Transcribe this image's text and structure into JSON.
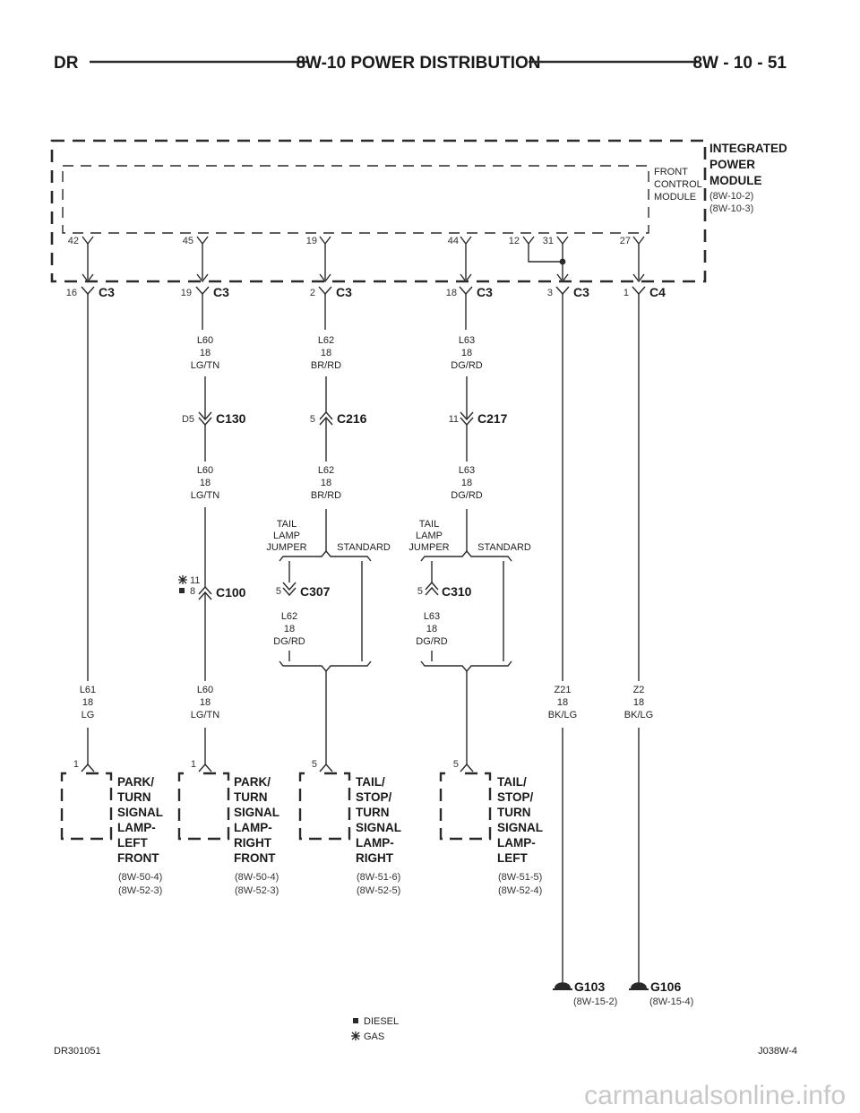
{
  "header": {
    "left": "DR",
    "center": "8W-10 POWER DISTRIBUTION",
    "right": "8W - 10 - 51"
  },
  "module": {
    "outer_lines": [
      "INTEGRATED",
      "POWER",
      "MODULE"
    ],
    "outer_refs": [
      "(8W-10-2)",
      "(8W-10-3)"
    ],
    "inner_lines": [
      "FRONT",
      "CONTROL",
      "MODULE"
    ],
    "pins": [
      "42",
      "45",
      "19",
      "44",
      "12",
      "31",
      "27"
    ]
  },
  "connectors": [
    {
      "pin": "16",
      "name": "C3"
    },
    {
      "pin": "19",
      "name": "C3"
    },
    {
      "pin": "2",
      "name": "C3"
    },
    {
      "pin": "18",
      "name": "C3"
    },
    {
      "pin": "3",
      "name": "C3"
    },
    {
      "pin": "1",
      "name": "C4"
    },
    {
      "pin": "D5",
      "name": "C130"
    },
    {
      "pin": "5",
      "name": "C216"
    },
    {
      "pin": "11",
      "name": "C217"
    },
    {
      "pin": "8",
      "pin_alt": "11",
      "name": "C100"
    },
    {
      "pin": "5",
      "name": "C307"
    },
    {
      "pin": "5",
      "name": "C310"
    }
  ],
  "wires": [
    {
      "lines": [
        "L60",
        "18",
        "LG/TN"
      ]
    },
    {
      "lines": [
        "L62",
        "18",
        "BR/RD"
      ]
    },
    {
      "lines": [
        "L63",
        "18",
        "DG/RD"
      ]
    },
    {
      "lines": [
        "L60",
        "18",
        "LG/TN"
      ]
    },
    {
      "lines": [
        "L62",
        "18",
        "BR/RD"
      ]
    },
    {
      "lines": [
        "L63",
        "18",
        "DG/RD"
      ]
    },
    {
      "lines": [
        "L62",
        "18",
        "DG/RD"
      ]
    },
    {
      "lines": [
        "L63",
        "18",
        "DG/RD"
      ]
    },
    {
      "lines": [
        "L61",
        "18",
        "LG"
      ]
    },
    {
      "lines": [
        "L60",
        "18",
        "LG/TN"
      ]
    },
    {
      "lines": [
        "Z21",
        "18",
        "BK/LG"
      ]
    },
    {
      "lines": [
        "Z2",
        "18",
        "BK/LG"
      ]
    }
  ],
  "options": {
    "jumper_lines": [
      "TAIL",
      "LAMP",
      "JUMPER"
    ],
    "standard": "STANDARD"
  },
  "components": [
    {
      "pin": "1",
      "lines": [
        "PARK/",
        "TURN",
        "SIGNAL",
        "LAMP-",
        "LEFT",
        "FRONT"
      ],
      "refs": [
        "(8W-50-4)",
        "(8W-52-3)"
      ]
    },
    {
      "pin": "1",
      "lines": [
        "PARK/",
        "TURN",
        "SIGNAL",
        "LAMP-",
        "RIGHT",
        "FRONT"
      ],
      "refs": [
        "(8W-50-4)",
        "(8W-52-3)"
      ]
    },
    {
      "pin": "5",
      "lines": [
        "TAIL/",
        "STOP/",
        "TURN",
        "SIGNAL",
        "LAMP-",
        "RIGHT"
      ],
      "refs": [
        "(8W-51-6)",
        "(8W-52-5)"
      ]
    },
    {
      "pin": "5",
      "lines": [
        "TAIL/",
        "STOP/",
        "TURN",
        "SIGNAL",
        "LAMP-",
        "LEFT"
      ],
      "refs": [
        "(8W-51-5)",
        "(8W-52-4)"
      ]
    }
  ],
  "grounds": [
    {
      "name": "G103",
      "ref": "(8W-15-2)"
    },
    {
      "name": "G106",
      "ref": "(8W-15-4)"
    }
  ],
  "legend": {
    "diesel": "DIESEL",
    "gas": "GAS"
  },
  "footer": {
    "left": "DR301051",
    "right": "J038W-4"
  },
  "watermark": "carmanualsonline.info"
}
